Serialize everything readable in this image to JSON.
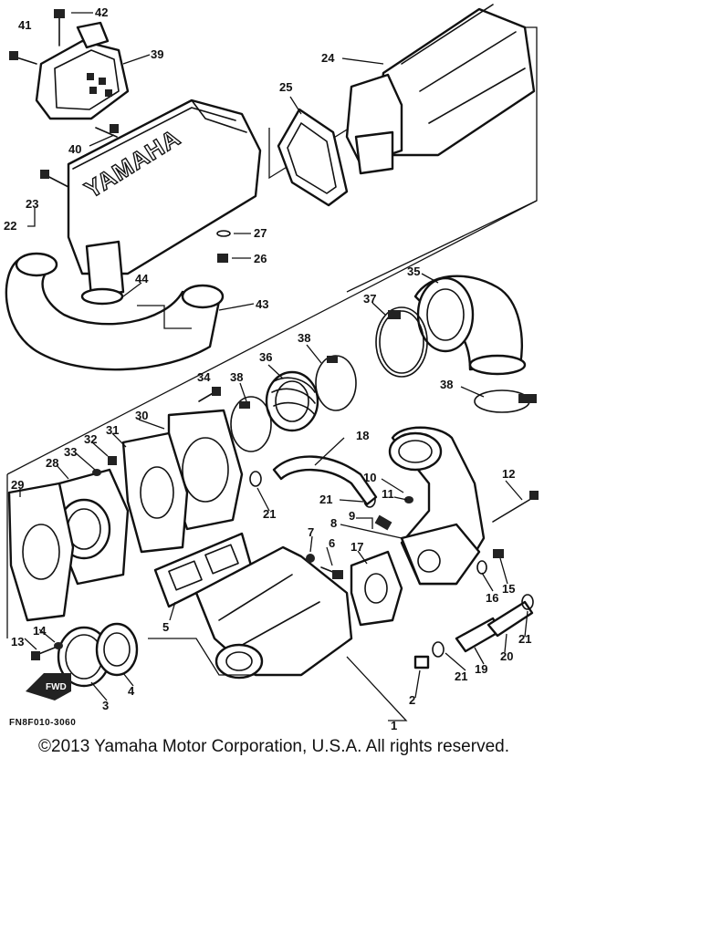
{
  "diagram": {
    "logo_text": "YAMAHA",
    "fwd_label": "FWD",
    "drawing_code": "FN8F010-3060",
    "callouts": [
      "1",
      "2",
      "3",
      "4",
      "5",
      "6",
      "7",
      "8",
      "9",
      "10",
      "11",
      "12",
      "13",
      "14",
      "15",
      "16",
      "17",
      "18",
      "19",
      "20",
      "21",
      "22",
      "23",
      "24",
      "25",
      "26",
      "27",
      "28",
      "29",
      "30",
      "31",
      "32",
      "33",
      "34",
      "35",
      "36",
      "37",
      "38",
      "39",
      "40",
      "41",
      "42",
      "43",
      "44"
    ],
    "callout_21": "21",
    "callout_38": "38"
  },
  "footer": {
    "copyright": "©2013 Yamaha Motor Corporation, U.S.A. All rights reserved."
  }
}
